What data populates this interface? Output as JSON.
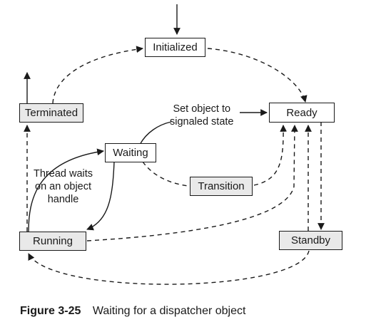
{
  "states": {
    "initialized": "Initialized",
    "ready": "Ready",
    "terminated": "Terminated",
    "waiting": "Waiting",
    "transition": "Transition",
    "running": "Running",
    "standby": "Standby"
  },
  "labels": {
    "set_object_line1": "Set object to",
    "set_object_line2": "signaled state",
    "thread_waits_line1": "Thread waits",
    "thread_waits_line2": "on an object",
    "thread_waits_line3": "handle"
  },
  "caption": {
    "figure_number": "Figure 3-25",
    "title": "Waiting for a dispatcher object"
  }
}
